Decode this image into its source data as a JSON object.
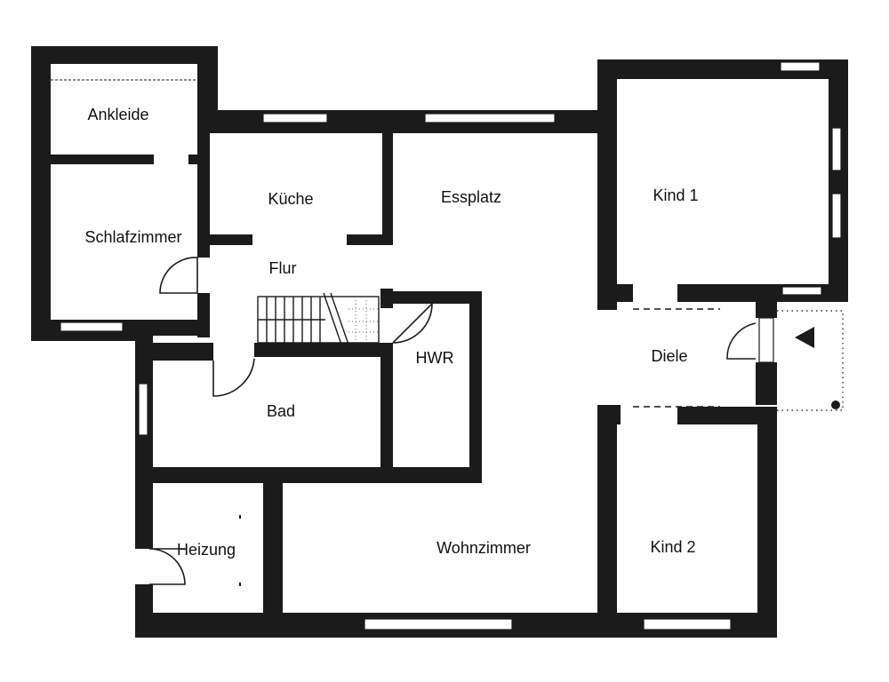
{
  "rooms": {
    "ankleide": "Ankleide",
    "schlafzimmer": "Schlafzimmer",
    "kueche": "Küche",
    "essplatz": "Essplatz",
    "kind1": "Kind 1",
    "flur": "Flur",
    "hwr": "HWR",
    "diele": "Diele",
    "bad": "Bad",
    "heizung": "Heizung",
    "wohnzimmer": "Wohnzimmer",
    "kind2": "Kind 2"
  },
  "entrance": {
    "marker": "entrance-arrow-icon"
  }
}
